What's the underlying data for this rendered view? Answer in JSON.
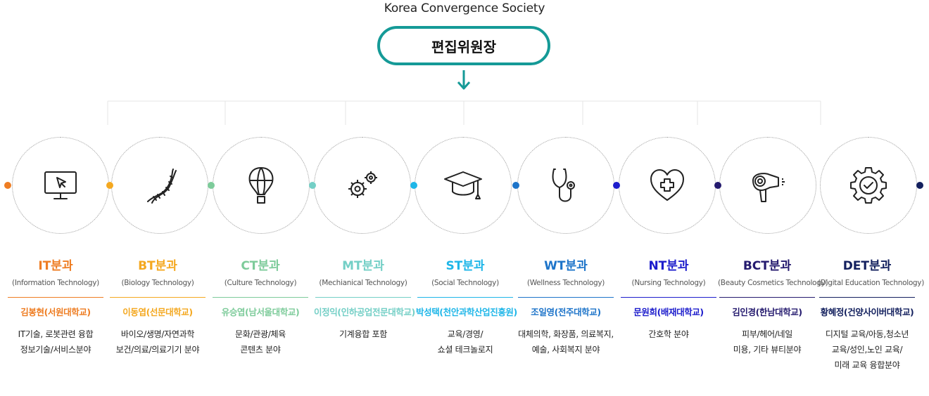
{
  "org_name": "Korea Convergence Society",
  "chief_label": "편집위원장",
  "colors": {
    "chief_border": "#159a97",
    "arrow": "#159a97"
  },
  "divisions": [
    {
      "title": "IT분과",
      "subtitle": "(Information Technology)",
      "person": "김봉현(서원대학교)",
      "fields": [
        "IT기술, 로봇관련 융합",
        "정보기술/서비스분야"
      ],
      "color": "#ee7d23",
      "person_color": "#ee7d23",
      "icon": "monitor-cursor-icon"
    },
    {
      "title": "BT분과",
      "subtitle": "(Biology Technology)",
      "person": "이동엽(선문대학교)",
      "fields": [
        "바이오/생명/자연과학",
        "보건/의료/의료기기 분야"
      ],
      "color": "#f4a820",
      "person_color": "#f4a820",
      "icon": "dna-icon"
    },
    {
      "title": "CT분과",
      "subtitle": "(Culture Technology)",
      "person": "유승엽(남서울대학교)",
      "fields": [
        "문화/관광/체육",
        "콘텐츠 분야"
      ],
      "color": "#7dcb9a",
      "person_color": "#7dcb9a",
      "icon": "hot-air-balloon-icon"
    },
    {
      "title": "MT분과",
      "subtitle": "(Mechianical Technology)",
      "person": "이정익(인하공업전문대학교)",
      "fields": [
        "기계융합 포함"
      ],
      "color": "#74cfc6",
      "person_color": "#74cfc6",
      "icon": "gears-icon"
    },
    {
      "title": "ST분과",
      "subtitle": "(Social Technology)",
      "person": "박성택(천안과학산업진흥원)",
      "fields": [
        "교육/경영/",
        "쇼셜 테크놀로지"
      ],
      "color": "#1eb6e8",
      "person_color": "#1eb6e8",
      "icon": "graduation-cap-icon"
    },
    {
      "title": "WT분과",
      "subtitle": "(Wellness Technology)",
      "person": "조일영(전주대학교)",
      "fields": [
        "대체의학, 화장품, 의료복지,",
        "예술, 사회복지 분야"
      ],
      "color": "#1d74c9",
      "person_color": "#1d74c9",
      "icon": "stethoscope-icon"
    },
    {
      "title": "NT분과",
      "subtitle": "(Nursing Technology)",
      "person": "문원희(배재대학교)",
      "fields": [
        "간호학 분야"
      ],
      "color": "#1c1ccc",
      "person_color": "#1c1ccc",
      "icon": "heart-cross-icon"
    },
    {
      "title": "BCT분과",
      "subtitle": "(Beauty Cosmetics Technology)",
      "person": "김인경(한남대학교)",
      "fields": [
        "피부/헤어/네일",
        "미용, 기타  뷰티분야"
      ],
      "color": "#241a6e",
      "person_color": "#241a6e",
      "icon": "hair-dryer-icon"
    },
    {
      "title": "DET분과",
      "subtitle": "(Digital Education Technology)",
      "person": "황혜정(건양사이버대학교)",
      "fields": [
        "디지털 교육/아동,청소년",
        "교육/성인,노인 교육/",
        "미래 교육 융합분야"
      ],
      "color": "#13205e",
      "person_color": "#13205e",
      "icon": "gear-check-icon"
    }
  ]
}
